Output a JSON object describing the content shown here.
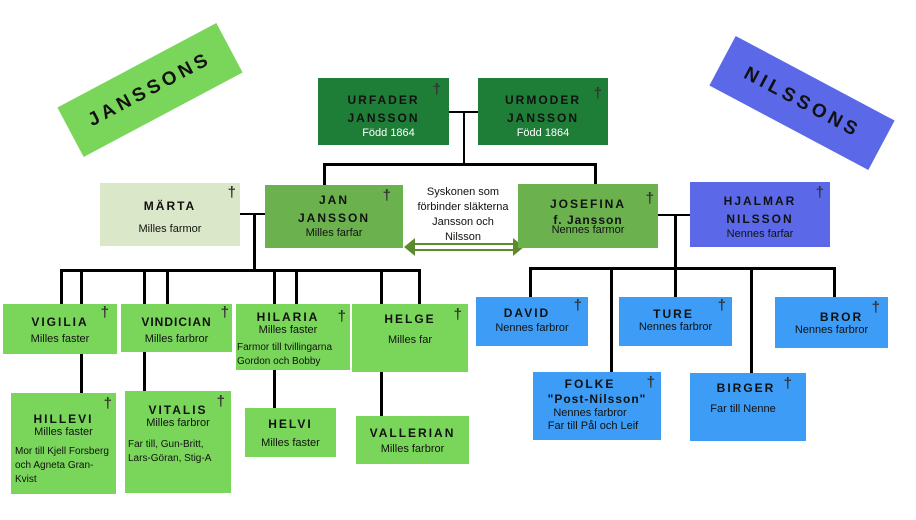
{
  "colors": {
    "dark_green": "#1e7d37",
    "mid_green": "#6bb24f",
    "light_green": "#7ad65a",
    "pale_green": "#dbe7c9",
    "banner_blue": "#5b69e8",
    "light_blue": "#3d9cf5",
    "arrow": "#5c8a2c"
  },
  "banners": {
    "left": "JANSSONS",
    "right": "NILSSONS"
  },
  "cross": "†",
  "link_text": "Syskonen som förbinder släkterna Jansson och Nilsson",
  "people": {
    "urfader": {
      "name": "URFADER JANSSON",
      "sub": "Född 1864"
    },
    "urmoder": {
      "name": "URMODER JANSSON",
      "sub": "Född 1864"
    },
    "marta": {
      "name": "MÄRTA",
      "sub": "Milles farmor"
    },
    "jan": {
      "name": "JAN JANSSON",
      "sub": "Milles farfar"
    },
    "josefina": {
      "name": "JOSEFINA",
      "name2": "f. Jansson",
      "sub": "Nennes farmor"
    },
    "hjalmar": {
      "name": "HJALMAR NILSSON",
      "sub": "Nennes farfar"
    },
    "vigilia": {
      "name": "VIGILIA",
      "sub": "Milles faster"
    },
    "vindician": {
      "name": "VINDICIAN",
      "sub": "Milles farbror"
    },
    "hilaria": {
      "name": "HILARIA",
      "sub": "Milles faster",
      "note": "Farmor till tvillingarna Gordon och Bobby"
    },
    "helge": {
      "name": "HELGE",
      "sub": "Milles far"
    },
    "hillevi": {
      "name": "HILLEVI",
      "sub": "Milles faster",
      "note": "Mor till Kjell Forsberg och Agneta Gran-Kvist"
    },
    "vitalis": {
      "name": "VITALIS",
      "sub": "Milles farbror",
      "note": "Far till, Gun-Britt, Lars-Göran, Stig-A"
    },
    "helvi": {
      "name": "HELVI",
      "sub": "Milles faster"
    },
    "vallerian": {
      "name": "VALLERIAN",
      "sub": "Milles farbror"
    },
    "david": {
      "name": "DAVID",
      "sub": "Nennes farbror"
    },
    "ture": {
      "name": "TURE",
      "sub": "Nennes farbror"
    },
    "bror": {
      "name": "BROR",
      "sub": "Nennes farbror"
    },
    "folke": {
      "name": "FOLKE",
      "name2": "\"Post-Nilsson\"",
      "sub": "Nennes farbror",
      "sub2": "Far till Pål och Leif"
    },
    "birger": {
      "name": "BIRGER",
      "sub": "Far till Nenne"
    }
  }
}
